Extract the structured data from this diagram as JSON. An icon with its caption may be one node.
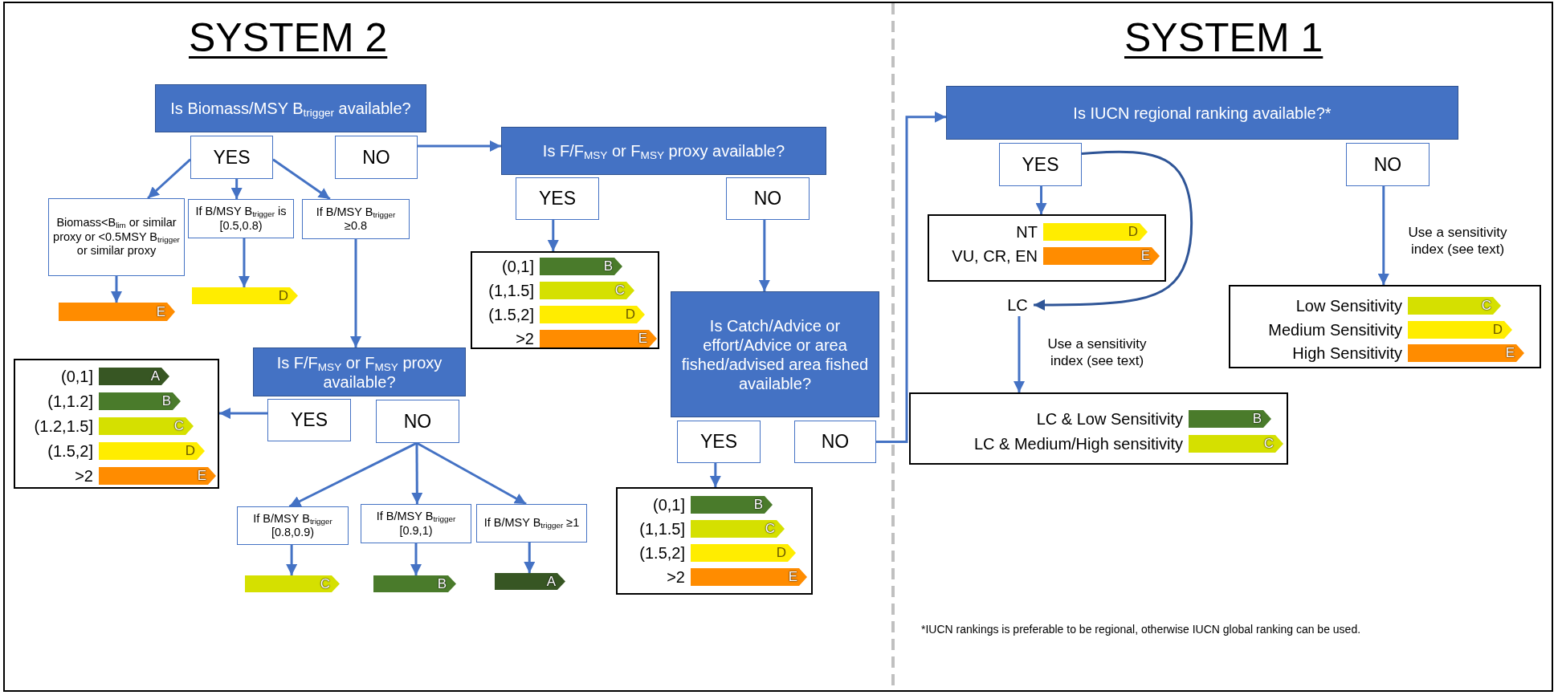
{
  "diagram": {
    "nodes": [
      {
        "text": [
          "Is Biomass/MSY B$_{trigger}$ available?"
        ]
      },
      {
        "text": [
          "YES"
        ]
      },
      {
        "text": [
          "NO"
        ]
      },
      {
        "text": [
          "Biomass<B$_{lim}$ or similar proxy or <0.5MSY B$_{trigger}$ or similar proxy"
        ]
      },
      {
        "text": [
          "If B/MSY B$_{trigger}$ is [0.5,0.8)"
        ]
      },
      {
        "text": [
          "If B/MSY B$_{trigger}$ ≥0.8"
        ]
      },
      {
        "text": [
          "E"
        ]
      },
      {
        "text": [
          "D"
        ]
      },
      {
        "text": [
          "Is F/F$_{MSY}$ or F$_{MSY}$ proxy available?"
        ]
      },
      {
        "text": [
          "YES"
        ]
      },
      {
        "text": [
          "NO"
        ]
      },
      {
        "text": [],
        "shape": "box"
      },
      {
        "text": [
          "B"
        ],
        "beside": [
          "(0,1]"
        ],
        "in": 11
      },
      {
        "text": [
          "C"
        ],
        "beside": [
          "(1,1.5]"
        ],
        "in": 11
      },
      {
        "text": [
          "D"
        ],
        "beside": [
          "(1.5,2]"
        ],
        "in": 11
      },
      {
        "text": [
          "E"
        ],
        "beside": [
          ">2"
        ],
        "in": 11
      },
      {
        "text": [
          "Is F/F$_{MSY}$ or F$_{MSY}$ proxy available?"
        ]
      },
      {
        "text": [
          "YES"
        ]
      },
      {
        "text": [
          "NO"
        ]
      },
      {
        "text": [],
        "shape": "box"
      },
      {
        "text": [
          "A"
        ],
        "beside": [
          "(0,1]"
        ],
        "in": 19
      },
      {
        "text": [
          "B"
        ],
        "beside": [
          "(1,1.2]"
        ],
        "in": 19
      },
      {
        "text": [
          "C"
        ],
        "beside": [
          "(1.2,1.5]"
        ],
        "in": 19
      },
      {
        "text": [
          "D"
        ],
        "beside": [
          "(1.5,2]"
        ],
        "in": 19
      },
      {
        "text": [
          "E"
        ],
        "beside": [
          ">2"
        ],
        "in": 19
      },
      {
        "text": [
          "If B/MSY B$_{trigger}$ [0.8,0.9)"
        ]
      },
      {
        "text": [
          "If B/MSY B$_{trigger}$ [0.9,1)"
        ]
      },
      {
        "text": [
          "If B/MSY B$_{trigger}$ ≥1"
        ]
      },
      {
        "text": [
          "C"
        ]
      },
      {
        "text": [
          "B"
        ]
      },
      {
        "text": [
          "A"
        ]
      },
      {
        "text": [
          "Is Catch/Advice or effort/Advice or area fished/advised area fished available?"
        ]
      },
      {
        "text": [
          "YES"
        ]
      },
      {
        "text": [
          "NO"
        ]
      },
      {
        "text": [],
        "shape": "box"
      },
      {
        "text": [
          "B"
        ],
        "beside": [
          "(0,1]"
        ],
        "in": 34
      },
      {
        "text": [
          "C"
        ],
        "beside": [
          "(1,1.5]"
        ],
        "in": 34
      },
      {
        "text": [
          "D"
        ],
        "beside": [
          "(1.5,2]"
        ],
        "in": 34
      },
      {
        "text": [
          "E"
        ],
        "beside": [
          ">2"
        ],
        "in": 34
      },
      {
        "text": [
          "Is IUCN regional ranking available?*"
        ]
      },
      {
        "text": [
          "YES"
        ]
      },
      {
        "text": [
          "NO"
        ]
      },
      {
        "text": [],
        "shape": "box"
      },
      {
        "text": [
          "D"
        ],
        "beside": [
          "NT"
        ],
        "in": 42
      },
      {
        "text": [
          "E"
        ],
        "beside": [
          "VU, CR, EN"
        ],
        "in": 42
      },
      {
        "text": [
          "LC"
        ]
      },
      {
        "text": [],
        "shape": "box"
      },
      {
        "text": [
          "B"
        ],
        "beside": [
          "LC & Low Sensitivity"
        ],
        "in": 46
      },
      {
        "text": [
          "C"
        ],
        "beside": [
          "LC & Medium/High sensitivity"
        ],
        "in": 46
      },
      {
        "text": [],
        "shape": "box"
      },
      {
        "text": [
          "C"
        ],
        "beside": [
          "Low Sensitivity"
        ],
        "in": 49
      },
      {
        "text": [
          "D"
        ],
        "beside": [
          "Medium Sensitivity"
        ],
        "in": 49
      },
      {
        "text": [
          "E"
        ],
        "beside": [
          "High Sensitivity"
        ],
        "in": 49
      }
    ],
    "edges": [
      {
        "from": 1,
        "to": 3,
        "arrow": "to"
      },
      {
        "from": 1,
        "to": 4,
        "arrow": "to"
      },
      {
        "from": 1,
        "to": 5,
        "arrow": "to"
      },
      {
        "from": 3,
        "to": 6,
        "arrow": "to"
      },
      {
        "from": 4,
        "to": 7,
        "arrow": "to"
      },
      {
        "from": 5,
        "to": 16,
        "arrow": "to"
      },
      {
        "from": 2,
        "to": 8,
        "arrow": "to"
      },
      {
        "from": 9,
        "to": 11,
        "arrow": "to"
      },
      {
        "from": 10,
        "to": 31,
        "arrow": "to"
      },
      {
        "from": 17,
        "to": 19,
        "arrow": "to"
      },
      {
        "from": 18,
        "to": 25,
        "arrow": "to"
      },
      {
        "from": 18,
        "to": 26,
        "arrow": "to"
      },
      {
        "from": 18,
        "to": 27,
        "arrow": "to"
      },
      {
        "from": 25,
        "to": 28,
        "arrow": "to"
      },
      {
        "from": 26,
        "to": 29,
        "arrow": "to"
      },
      {
        "from": 27,
        "to": 30,
        "arrow": "to"
      },
      {
        "from": 32,
        "to": 34,
        "arrow": "to"
      },
      {
        "from": 33,
        "to": 39,
        "arrow": "to"
      },
      {
        "from": 40,
        "to": 42,
        "arrow": "to"
      },
      {
        "from": 40,
        "to": 45,
        "arrow": "to",
        "color": "#2f5597"
      },
      {
        "from": 45,
        "to": 46,
        "arrow": "to",
        "label": "Use a sensitivity index (see text)"
      },
      {
        "from": 41,
        "to": 49,
        "arrow": "to",
        "label": "Use a sensitivity index (see text)"
      }
    ],
    "labels": [
      "SYSTEM 2",
      "SYSTEM 1",
      "*IUCN rankings is preferable to be regional, otherwise IUCN global ranking can be used."
    ]
  }
}
